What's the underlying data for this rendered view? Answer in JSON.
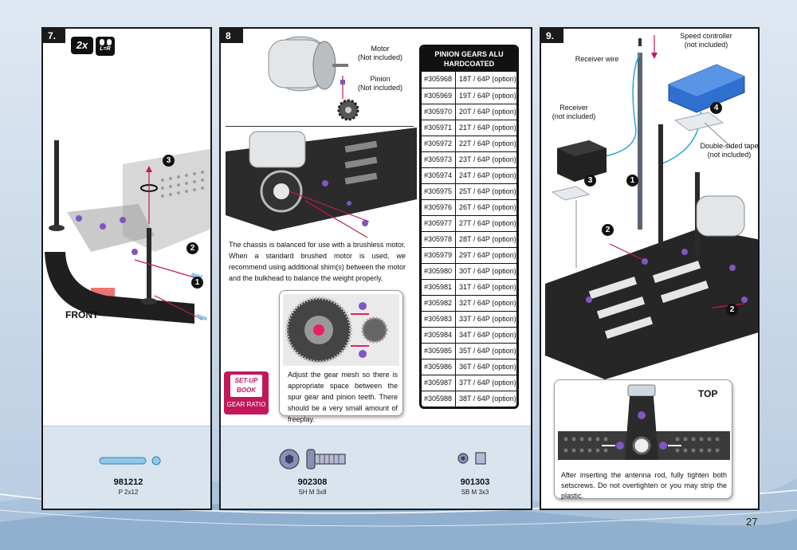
{
  "page_number": "27",
  "step7": {
    "number": "7.",
    "multiplier": "2x",
    "symmetry": "L=R",
    "front_label": "FRONT",
    "callouts": [
      "3",
      "2",
      "1"
    ],
    "part": {
      "code": "981212",
      "desc": "P 2x12"
    }
  },
  "step8": {
    "number": "8",
    "labels": {
      "motor": "Motor\n(Not included)",
      "pinion": "Pinion\n(Not included)"
    },
    "balance_text": "The chassis is balanced for use with a brushless motor. When a standard brushed motor is used, we recommend using additional shim(s) between the motor and the bulkhead to balance the weight properly.",
    "gear_mesh_text": "Adjust the gear mesh so there is appropriate space between the spur gear and pinion teeth. There should be a very small amount of freeplay.",
    "setup_book": {
      "line1": "SET-UP",
      "line2": "BOOK",
      "caption": "GEAR RATIO"
    },
    "table": {
      "title": "PINION GEARS ALU HARDCOATED",
      "rows": [
        [
          "#305968",
          "18T / 64P (option)"
        ],
        [
          "#305969",
          "19T / 64P (option)"
        ],
        [
          "#305970",
          "20T / 64P (option)"
        ],
        [
          "#305971",
          "21T / 64P (option)"
        ],
        [
          "#305972",
          "22T / 64P (option)"
        ],
        [
          "#305973",
          "23T / 64P (option)"
        ],
        [
          "#305974",
          "24T / 64P (option)"
        ],
        [
          "#305975",
          "25T / 64P (option)"
        ],
        [
          "#305976",
          "26T / 64P (option)"
        ],
        [
          "#305977",
          "27T / 64P (option)"
        ],
        [
          "#305978",
          "28T / 64P (option)"
        ],
        [
          "#305979",
          "29T / 64P (option)"
        ],
        [
          "#305980",
          "30T / 64P (option)"
        ],
        [
          "#305981",
          "31T / 64P (option)"
        ],
        [
          "#305982",
          "32T / 64P (option)"
        ],
        [
          "#305983",
          "33T / 64P (option)"
        ],
        [
          "#305984",
          "34T / 64P (option)"
        ],
        [
          "#305985",
          "35T / 64P (option)"
        ],
        [
          "#305986",
          "36T / 64P (option)"
        ],
        [
          "#305987",
          "37T / 64P (option)"
        ],
        [
          "#305988",
          "38T / 64P (option)"
        ]
      ]
    },
    "parts": [
      {
        "code": "902308",
        "desc": "SH M 3x8"
      },
      {
        "code": "901303",
        "desc": "SB M 3x3"
      }
    ]
  },
  "step9": {
    "number": "9.",
    "labels": {
      "receiver_wire": "Receiver wire",
      "speed_controller": "Speed controller\n(not included)",
      "receiver": "Receiver\n(not included)",
      "tape": "Double-sided tape\n(not included)"
    },
    "callouts": [
      "4",
      "3",
      "1",
      "2",
      "2"
    ],
    "top_label": "TOP",
    "antenna_text": "After inserting the antenna rod, fully tighten both setscrews. Do not overtighten or you may strip the plastic."
  },
  "colors": {
    "accent_pink": "#c2185b",
    "esc_blue": "#2f6fd0",
    "panel_bg": "#d9e4ef"
  }
}
